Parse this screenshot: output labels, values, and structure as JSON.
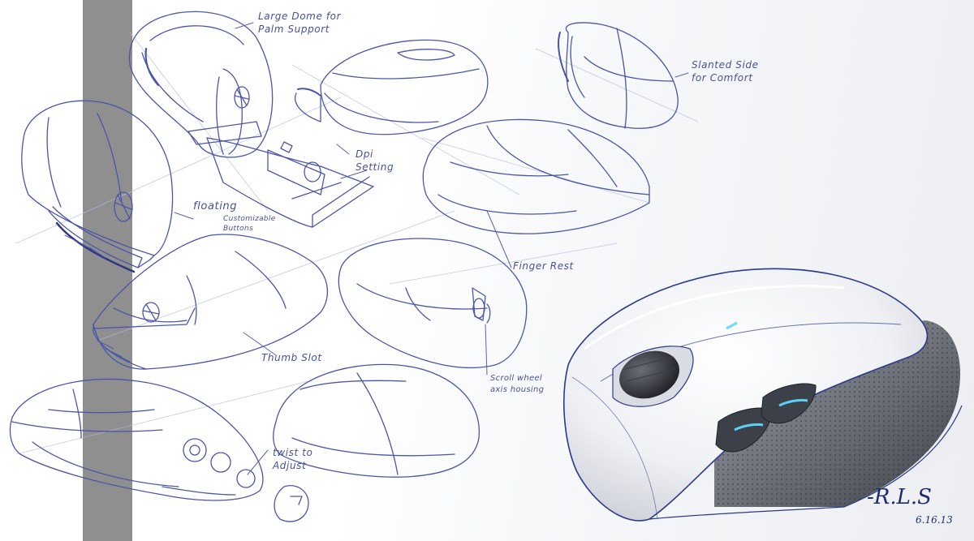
{
  "sheet": {
    "accent_color": "#46509a",
    "ink_color": "#4a56a8",
    "band_color": "#8f8f8f",
    "glow_color": "#5fd8ff"
  },
  "annotations": {
    "palm_dome": "Large Dome for\nPalm Support",
    "slanted_side": "Slanted Side\nfor Comfort",
    "dpi_setting": "Dpi\nSetting",
    "floating": "floating",
    "customizable_buttons": "Customizable\nButtons",
    "finger_rest": "Finger Rest",
    "thumb_slot": "Thumb Slot",
    "scroll_wheel": "Scroll wheel\naxis housing",
    "twist_adjust": "twist to\nAdjust"
  },
  "signature": {
    "initials": "-R.L.S",
    "date": "6.16.13"
  }
}
